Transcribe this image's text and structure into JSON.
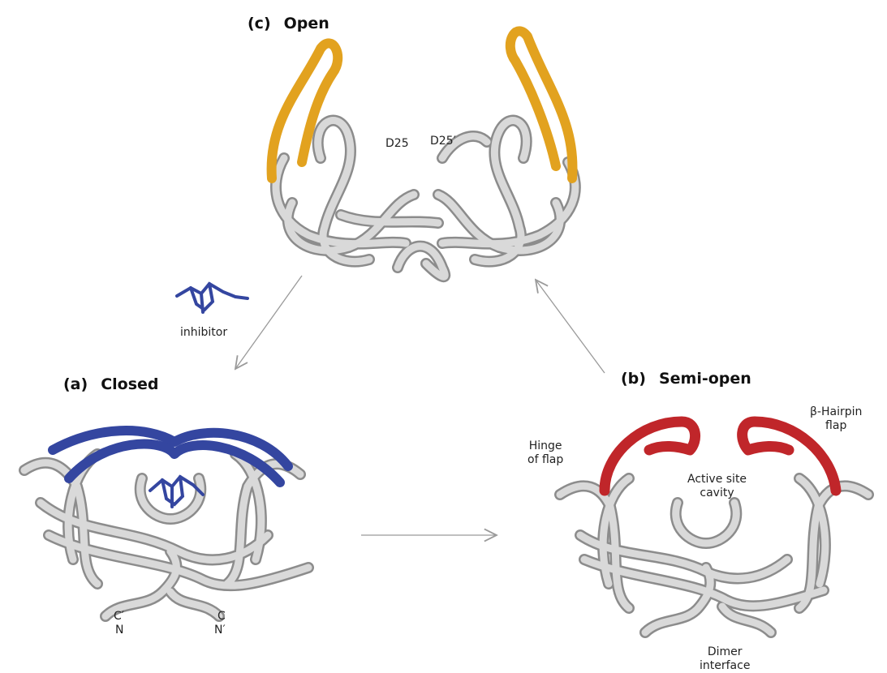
{
  "panels": {
    "open": {
      "letter": "(c)",
      "title": "Open"
    },
    "closed": {
      "letter": "(a)",
      "title": "Closed"
    },
    "semiopen": {
      "letter": "(b)",
      "title": "Semi-open"
    }
  },
  "annotations": {
    "inhibitor": "inhibitor",
    "hinge": [
      "Hinge",
      "of flap"
    ],
    "hairpin": [
      "β-Hairpin",
      "flap"
    ],
    "active_site": [
      "Active site",
      "cavity"
    ],
    "dimer": [
      "Dimer",
      "interface"
    ],
    "d25": "D25",
    "d25_prime": "D25′",
    "c_prime": "C′",
    "n": "N",
    "c": "C",
    "n_prime": "N′"
  },
  "colors": {
    "ribbon": "#d9d9d9",
    "ribbon_edge": "#8c8c8c",
    "open_flap": "#e2a21f",
    "closed_flap": "#3446a0",
    "semiopen_flap": "#c0262a",
    "inhibitor": "#3446a0",
    "arrow": "#9a9a9a"
  }
}
